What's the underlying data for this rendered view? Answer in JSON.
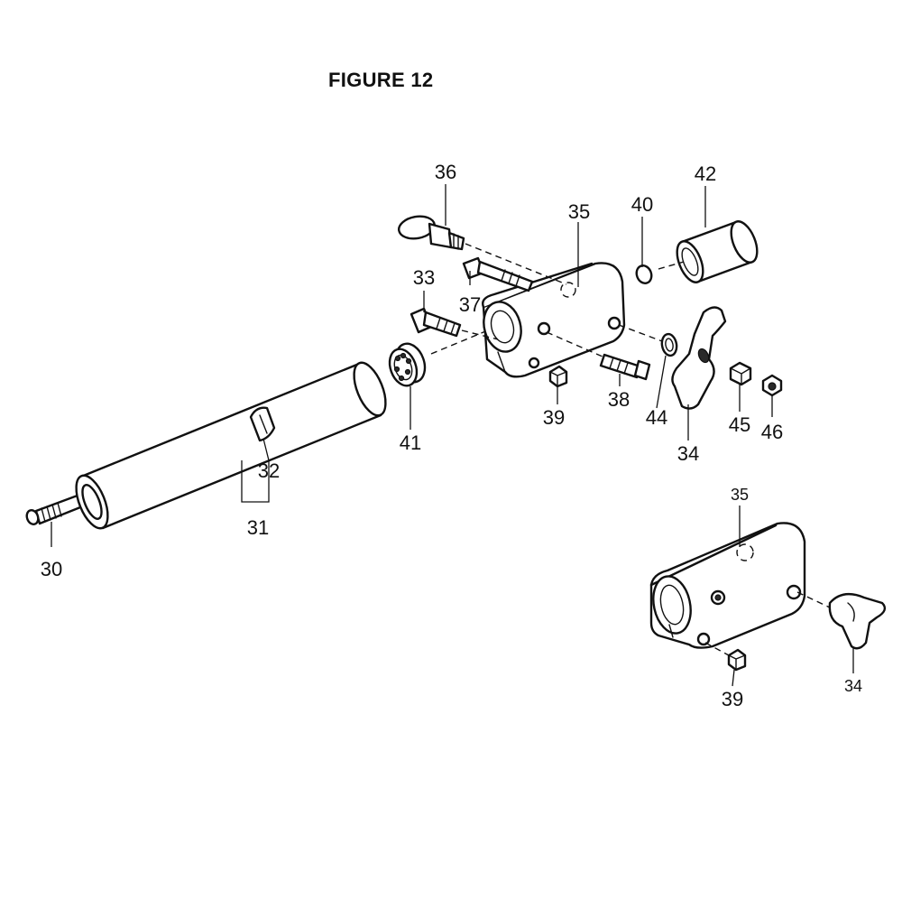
{
  "figure": {
    "title": "FIGURE 12"
  },
  "labels": {
    "p30": "30",
    "p31": "31",
    "p32": "32",
    "p33": "33",
    "p34": "34",
    "p35": "35",
    "p36": "36",
    "p37": "37",
    "p38": "38",
    "p39": "39",
    "p40": "40",
    "p41": "41",
    "p42": "42",
    "p44": "44",
    "p45": "45",
    "p46": "46",
    "inset_p35": "35",
    "inset_p34": "34",
    "inset_p39": "39"
  }
}
